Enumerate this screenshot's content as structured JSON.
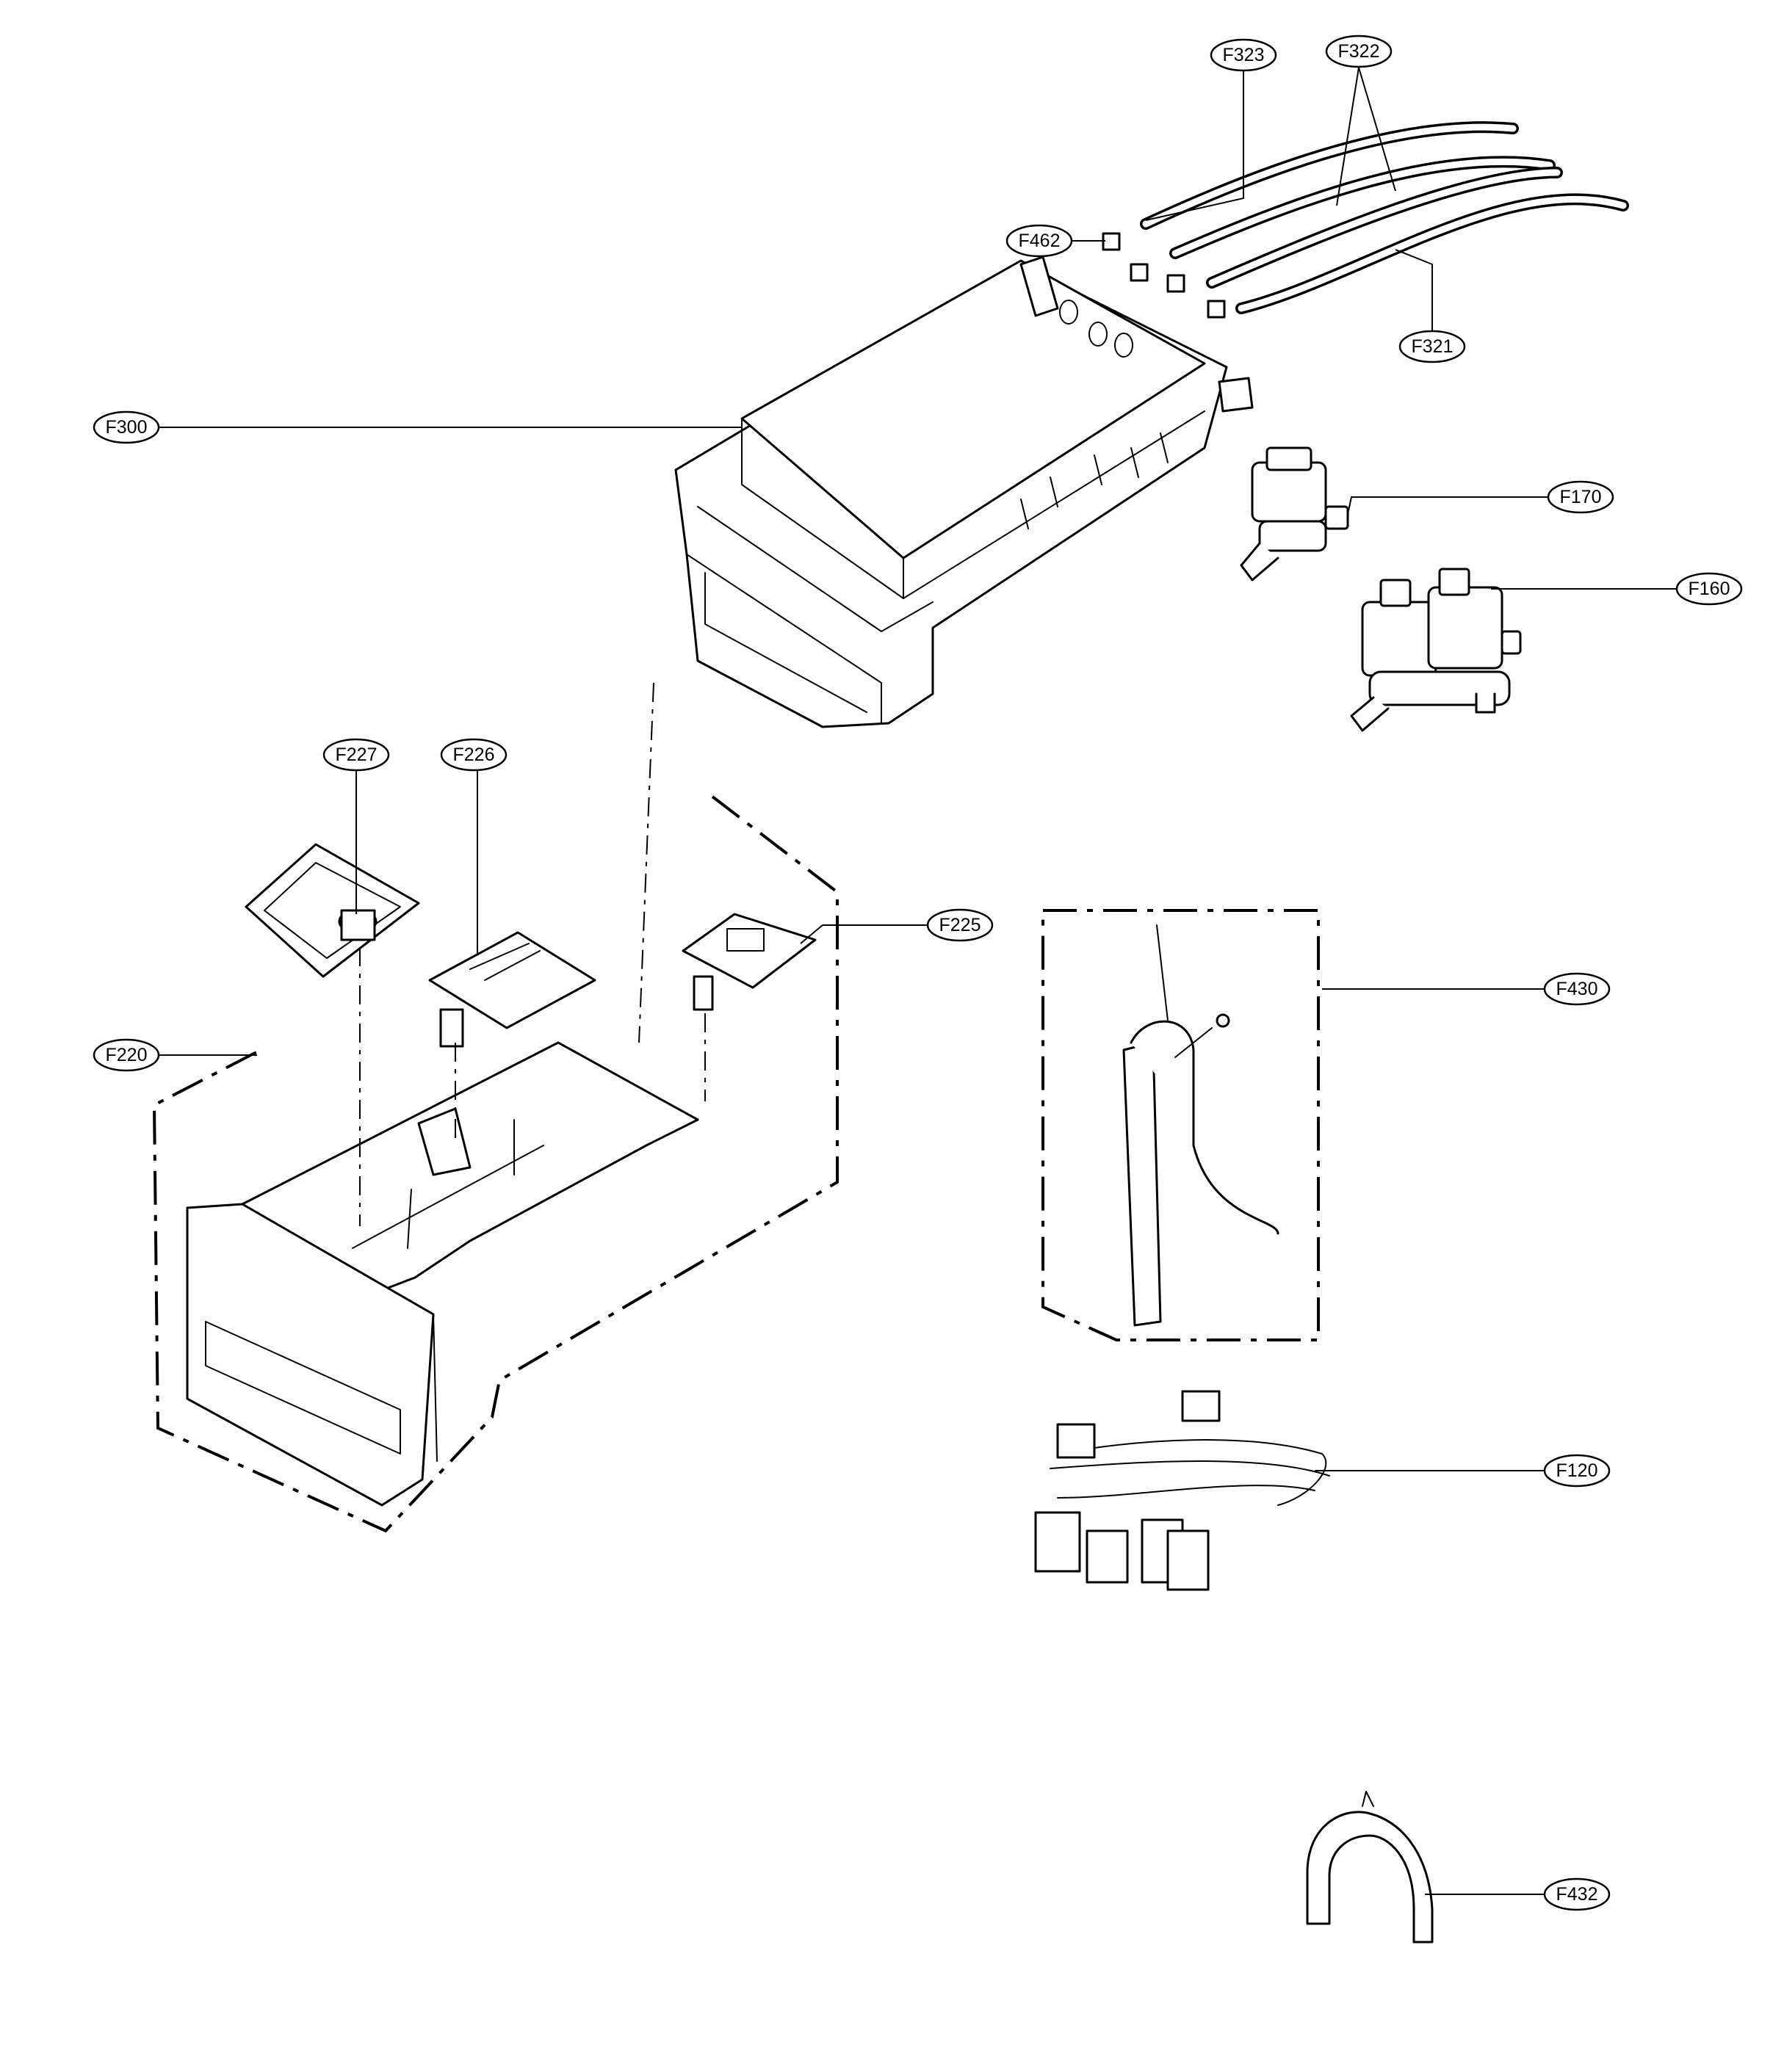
{
  "diagram": {
    "labels": {
      "f323": "F323",
      "f322": "F322",
      "f462": "F462",
      "f321": "F321",
      "f300": "F300",
      "f170": "F170",
      "f160": "F160",
      "f227": "F227",
      "f226": "F226",
      "f225": "F225",
      "f220": "F220",
      "f430": "F430",
      "f120": "F120",
      "f432": "F432"
    }
  }
}
